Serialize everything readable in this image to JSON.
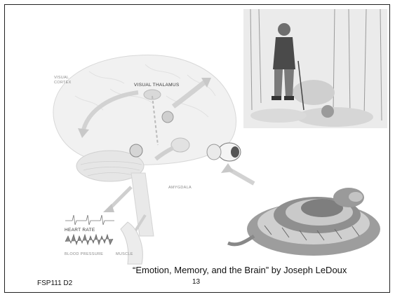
{
  "labels": {
    "visual_cortex_1": "VISUAL",
    "visual_cortex_2": "CORTEX",
    "visual_thalamus": "VISUAL THALAMUS",
    "amygdala": "AMYGDALA",
    "heart_rate": "HEART RATE",
    "blood_pressure": "BLOOD PRESSURE",
    "muscle": "MUSCLE"
  },
  "caption": "“Emotion, Memory, and the Brain” by Joseph LeDoux",
  "footer": {
    "course": "FSP111 D2",
    "page_number": "13"
  }
}
